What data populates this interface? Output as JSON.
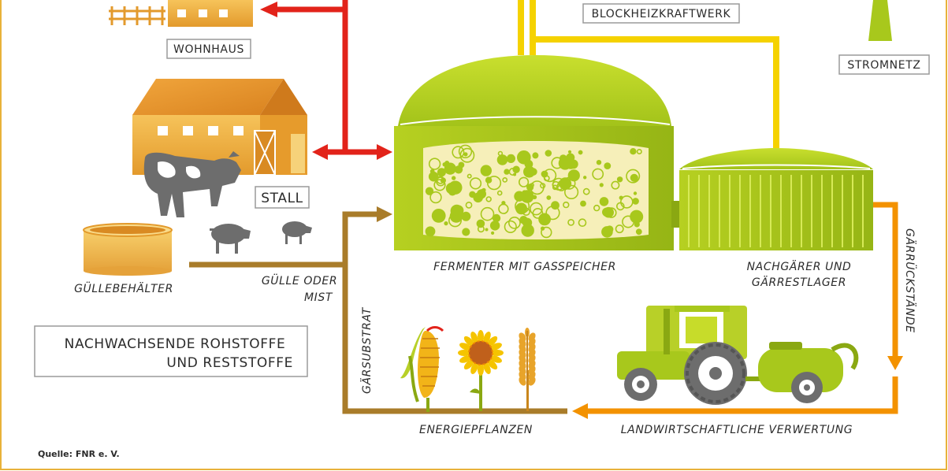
{
  "labels": {
    "wohnhaus": "WOHNHAUS",
    "blockheizkraftwerk": "BLOCKHEIZKRAFTWERK",
    "stromnetz": "STROMNETZ",
    "stall": "STALL",
    "guellebehaelter": "GÜLLEBEHÄLTER",
    "guelle_oder_mist_1": "GÜLLE ODER",
    "guelle_oder_mist_2": "MIST",
    "fermenter": "FERMENTER MIT GASSPEICHER",
    "nachgaerer_1": "NACHGÄRER UND",
    "nachgaerer_2": "GÄRRESTLAGER",
    "gaerrueckstaende": "GÄRRÜCKSTÄNDE",
    "gaersubstrat": "GÄRSUBSTRAT",
    "rohstoffe_1": "NACHWACHSENDE ROHSTOFFE",
    "rohstoffe_2": "UND RESTSTOFFE",
    "energiepflanzen": "ENERGIEPFLANZEN",
    "verwertung": "LANDWIRTSCHAFTLICHE VERWERTUNG",
    "quelle": "Quelle: FNR e. V."
  },
  "colors": {
    "heat_arrow": "#e2231a",
    "gas_line": "#f5d200",
    "substrate_line": "#a97c2a",
    "digestate_line": "#f39200",
    "plant_green": "#a8c81c",
    "plant_green_light": "#c7dc2a",
    "plant_green_dark": "#8aa812",
    "fermenter_fill": "#f6efb9",
    "farm_orange": "#e8a33a",
    "border_gold": "#e8b23a"
  },
  "icons": [
    "house-icon",
    "fence-icon",
    "barn-icon",
    "cow-icon",
    "pig-icon",
    "tank-icon",
    "tractor-icon",
    "corn-icon",
    "sunflower-icon",
    "wheat-icon",
    "power-pylon-icon"
  ]
}
